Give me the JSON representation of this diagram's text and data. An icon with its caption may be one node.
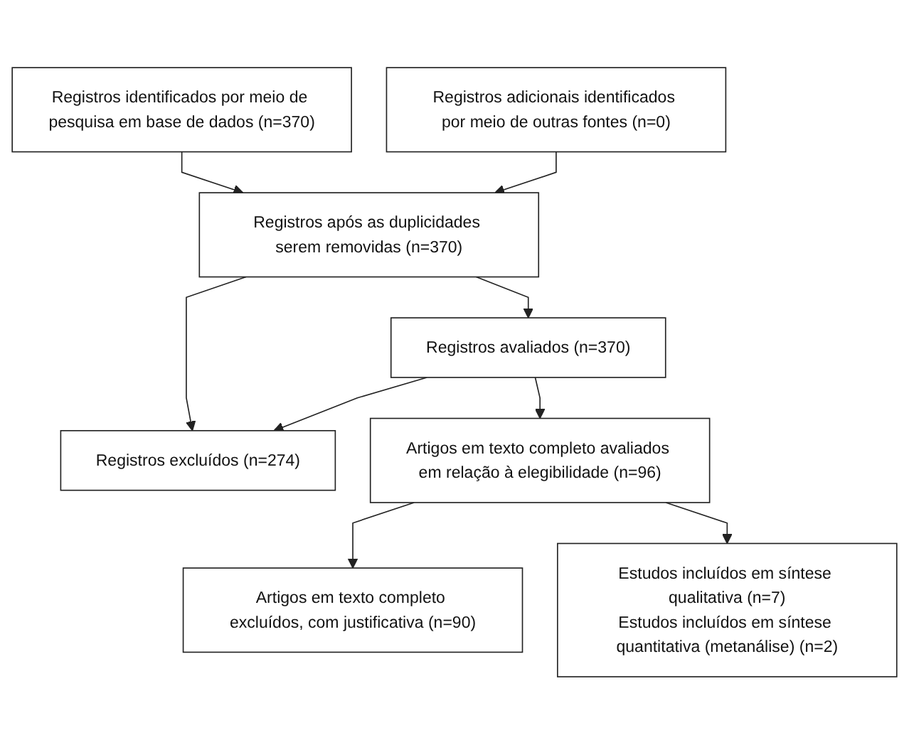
{
  "diagram": {
    "nodes": [
      {
        "text": [
          "Registros identificados por meio de pesquisa em base de dados (n=370)"
        ]
      },
      {
        "text": [
          "Registros adicionais identificados por meio de outras fontes (n=0)"
        ]
      },
      {
        "text": [
          "Registros após as duplicidades serem removidas (n=370)"
        ]
      },
      {
        "text": [
          "Registros avaliados (n=370)"
        ]
      },
      {
        "text": [
          "Registros excluídos (n=274)"
        ]
      },
      {
        "text": [
          "Artigos em texto completo avaliados em relação à elegibilidade (n=96)"
        ]
      },
      {
        "text": [
          "Artigos em texto completo excluídos, com justificativa (n=90)"
        ]
      },
      {
        "text": [
          "Estudos incluídos em síntese qualitativa (n=7)",
          "Estudos incluídos em síntese quantitativa (metanálise) (n=2)"
        ]
      }
    ],
    "edges": [
      {
        "from": 0,
        "to": 2,
        "arrow": "to"
      },
      {
        "from": 1,
        "to": 2,
        "arrow": "to"
      },
      {
        "from": 2,
        "to": 3,
        "arrow": "to"
      },
      {
        "from": 2,
        "to": 4,
        "arrow": "to"
      },
      {
        "from": 3,
        "to": 4,
        "arrow": "to"
      },
      {
        "from": 3,
        "to": 5,
        "arrow": "to"
      },
      {
        "from": 5,
        "to": 6,
        "arrow": "to"
      },
      {
        "from": 5,
        "to": 7,
        "arrow": "to"
      }
    ]
  }
}
